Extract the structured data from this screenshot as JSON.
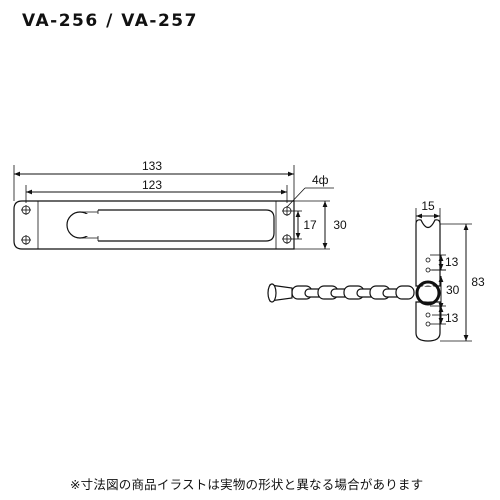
{
  "title": "VA-256 / VA-257",
  "footnote": "※寸法図の商品イラストは実物の形状と異なる場合があります",
  "dimensions": {
    "plate_total_length": "133",
    "plate_slot_length": "123",
    "hole_diameter": "4ф",
    "hole_pitch": "17",
    "plate_height": "30",
    "tab_width": "15",
    "chain_spacing_upper": "13",
    "chain_spacing_lower": "13",
    "ring_height": "30",
    "chain_total_length": "83"
  }
}
